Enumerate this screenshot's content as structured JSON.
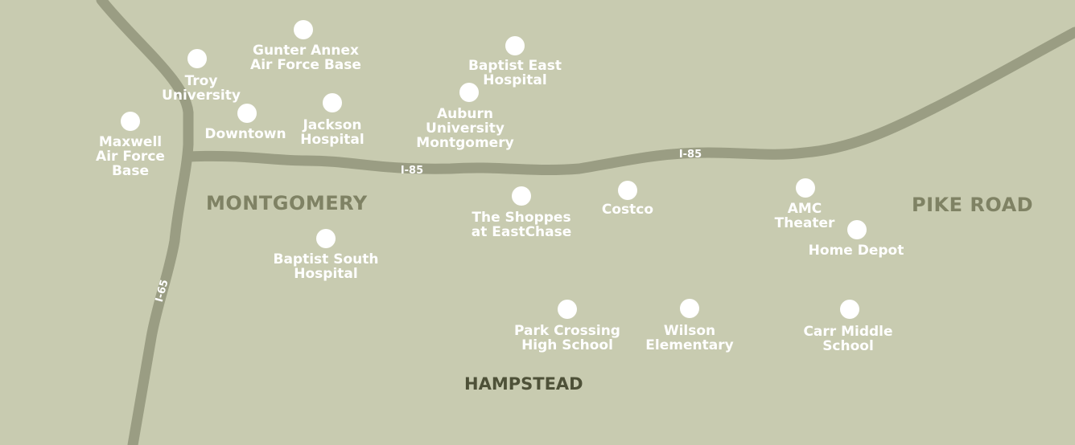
{
  "map": {
    "areas": [
      {
        "key": "montgomery",
        "label": "MONTGOMERY"
      },
      {
        "key": "pike",
        "label": "PIKE ROAD"
      },
      {
        "key": "hampstead",
        "label": "HAMPSTEAD"
      }
    ],
    "roads": [
      {
        "key": "i85_west",
        "label": "I-85"
      },
      {
        "key": "i85_east",
        "label": "I-85"
      },
      {
        "key": "i65",
        "label": "I-65"
      }
    ],
    "poi": [
      {
        "key": "gunter",
        "label": "Gunter Annex\nAir Force Base"
      },
      {
        "key": "troy",
        "label": "Troy\nUniversity"
      },
      {
        "key": "maxwell",
        "label": "Maxwell\nAir Force\nBase"
      },
      {
        "key": "downtown",
        "label": "Downtown"
      },
      {
        "key": "jackson",
        "label": "Jackson\nHospital"
      },
      {
        "key": "baptist-east",
        "label": "Baptist East\nHospital"
      },
      {
        "key": "auburn",
        "label": "Auburn\nUniversity\nMontgomery"
      },
      {
        "key": "shoppes",
        "label": "The Shoppes\nat EastChase"
      },
      {
        "key": "costco",
        "label": "Costco"
      },
      {
        "key": "amc",
        "label": "AMC\nTheater"
      },
      {
        "key": "home-depot",
        "label": "Home Depot"
      },
      {
        "key": "baptist-south",
        "label": "Baptist South\nHospital"
      },
      {
        "key": "park-crossing",
        "label": "Park Crossing\nHigh School"
      },
      {
        "key": "wilson",
        "label": "Wilson\nElementary"
      },
      {
        "key": "carr",
        "label": "Carr Middle\nSchool"
      }
    ]
  }
}
